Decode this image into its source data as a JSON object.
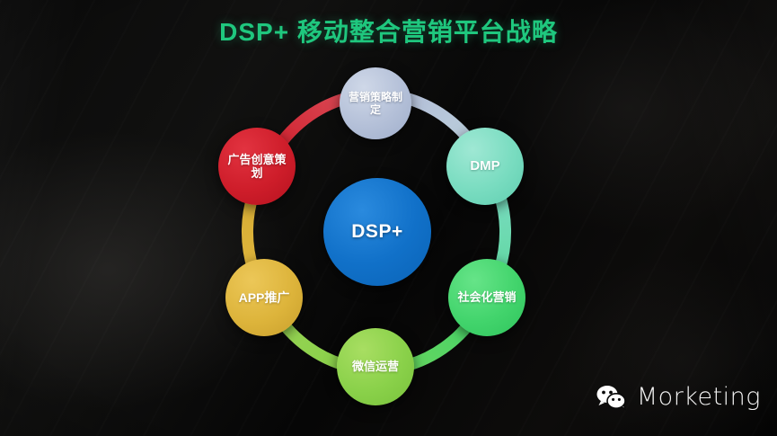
{
  "title": "DSP+ 移动整合营销平台战略",
  "title_color": "#1fc77e",
  "background_color": "#050505",
  "center": {
    "label": "DSP+",
    "color": "#1171c9",
    "name": "center-node-dsp-plus"
  },
  "nodes": [
    {
      "id": "marketing-strategy",
      "label": "营销策略制定",
      "color": "#b4c0d8",
      "position": "top"
    },
    {
      "id": "dmp",
      "label": "DMP",
      "color": "#79dcc0",
      "position": "upper-right"
    },
    {
      "id": "social-marketing",
      "label": "社会化营销",
      "color": "#42d46c",
      "position": "lower-right"
    },
    {
      "id": "wechat-operations",
      "label": "微信运营",
      "color": "#8ad14a",
      "position": "bottom"
    },
    {
      "id": "app-promotion",
      "label": "APP推广",
      "color": "#ddb43b",
      "position": "lower-left"
    },
    {
      "id": "ad-creative",
      "label": "广告创意策划",
      "color": "#ce1d2a",
      "position": "upper-left"
    }
  ],
  "connectors": [
    {
      "from": "ad-creative",
      "to": "marketing-strategy",
      "color": "#ce1d2a"
    },
    {
      "from": "marketing-strategy",
      "to": "dmp",
      "color": "#b4c0d8"
    },
    {
      "from": "dmp",
      "to": "social-marketing",
      "color": "#79dcc0"
    },
    {
      "from": "social-marketing",
      "to": "wechat-operations",
      "color": "#42d46c"
    },
    {
      "from": "wechat-operations",
      "to": "app-promotion",
      "color": "#8ad14a"
    },
    {
      "from": "app-promotion",
      "to": "ad-creative",
      "color": "#ddb43b"
    }
  ],
  "watermark": {
    "text": "Morketing",
    "icon": "wechat-icon"
  },
  "chart_data": {
    "type": "diagram",
    "title": "DSP+ 移动整合营销平台战略",
    "center": "DSP+",
    "categories": [
      "营销策略制定",
      "DMP",
      "社会化营销",
      "微信运营",
      "APP推广",
      "广告创意策划"
    ],
    "colors": [
      "#b4c0d8",
      "#79dcc0",
      "#42d46c",
      "#8ad14a",
      "#ddb43b",
      "#ce1d2a"
    ],
    "layout": "radial-cycle",
    "note": "Six capability nodes arranged in a ring around a central DSP+ hub, linked by colored arcs."
  }
}
